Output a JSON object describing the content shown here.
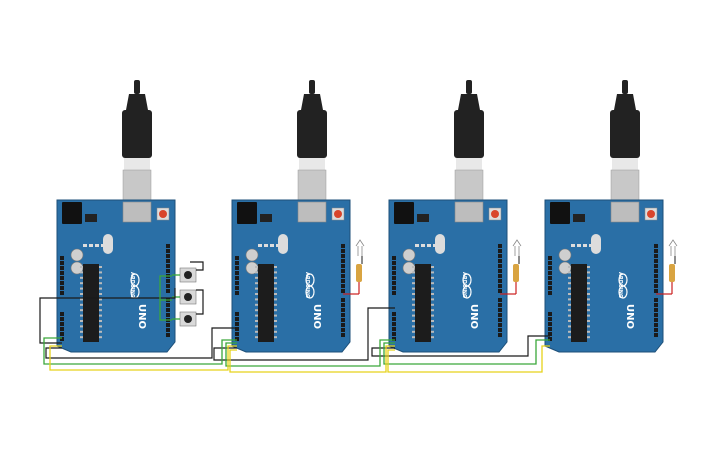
{
  "boards": [
    {
      "id": "arduino-1",
      "has_led": false,
      "brand": "ARDUINO",
      "model": "UNO"
    },
    {
      "id": "arduino-2",
      "has_led": true,
      "brand": "ARDUINO",
      "model": "UNO"
    },
    {
      "id": "arduino-3",
      "has_led": true,
      "brand": "ARDUINO",
      "model": "UNO"
    },
    {
      "id": "arduino-4",
      "has_led": true,
      "brand": "ARDUINO",
      "model": "UNO"
    }
  ],
  "pushbuttons": 3,
  "colors": {
    "board": "#2a6fa6",
    "board_dark": "#1d4f78",
    "usb_cable": "#222222",
    "usb_metal": "#c8c8c8",
    "wire_black": "#1a1a1a",
    "wire_green": "#3aa73a",
    "wire_yellow": "#e6d21a",
    "wire_red": "#cc1f1f",
    "resistor": "#d9a441",
    "chip": "#1c1c1c",
    "reset_button": "#d9452b"
  }
}
